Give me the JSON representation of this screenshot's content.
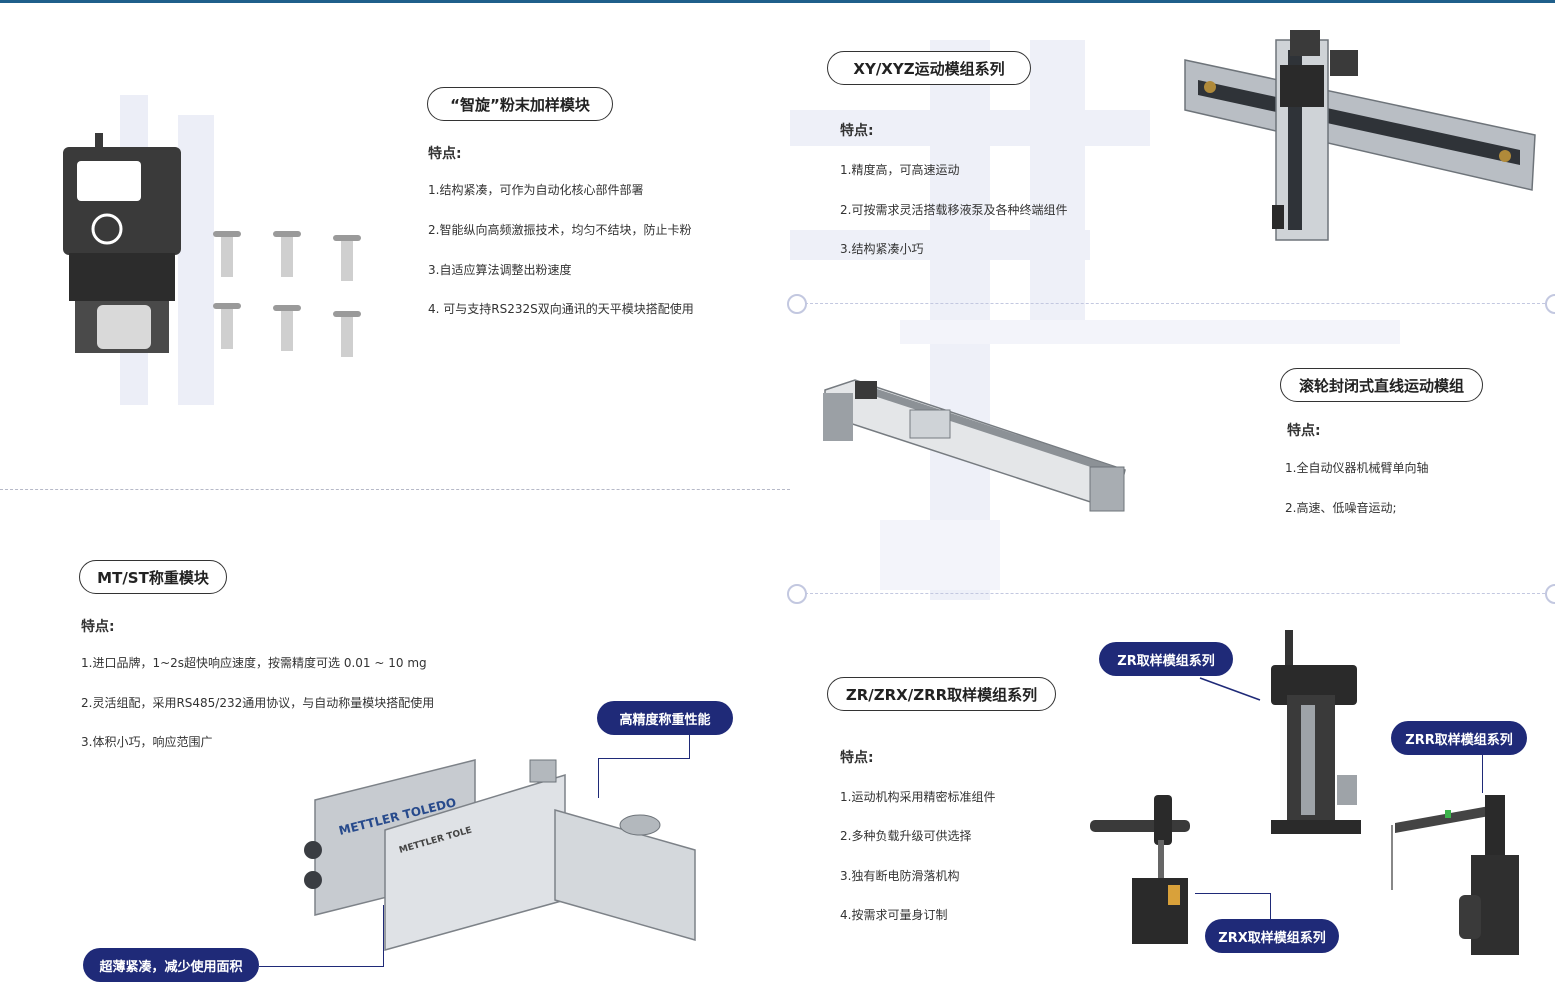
{
  "sections": {
    "powder": {
      "title": "“智旋”粉末加样模块",
      "features_label": "特点:",
      "features": [
        "1.结构紧凑，可作为自动化核心部件部署",
        "2.智能纵向高频激振技术，均匀不结块，防止卡粉",
        "3.自适应算法调整出粉速度",
        "4. 可与支持RS232S双向通讯的天平模块搭配使用"
      ]
    },
    "xyz": {
      "title": "XY/XYZ运动模组系列",
      "features_label": "特点:",
      "features": [
        "1.精度高，可高速运动",
        "2.可按需求灵活搭载移液泵及各种终端组件",
        "3.结构紧凑小巧"
      ]
    },
    "roller": {
      "title": "滚轮封闭式直线运动模组",
      "features_label": "特点:",
      "features": [
        "1.全自动仪器机械臂单向轴",
        "2.高速、低噪音运动;"
      ]
    },
    "weighing": {
      "title": "MT/ST称重模块",
      "features_label": "特点:",
      "features": [
        "1.进口品牌，1~2s超快响应速度，按需精度可选 0.01 ~ 10 mg",
        "2.灵活组配，采用RS485/232通用协议，与自动称量模块搭配使用",
        "3.体积小巧，响应范围广"
      ],
      "tag_precision": "高精度称重性能",
      "tag_compact": "超薄紧凑，减少使用面积",
      "brand_text": "METTLER TOLEDO",
      "brand_text_2": "METTLER TOLE"
    },
    "zr": {
      "title": "ZR/ZRX/ZRR取样模组系列",
      "features_label": "特点:",
      "features": [
        "1.运动机构采用精密标准组件",
        "2.多种负载升级可供选择",
        "3.独有断电防滑落机构",
        "4.按需求可量身订制"
      ],
      "tag_zr": "ZR取样模组系列",
      "tag_zrr": "ZRR取样模组系列",
      "tag_zrx": "ZRX取样模组系列"
    }
  },
  "colors": {
    "accent": "#1f2a78",
    "divider": "#c3c8e0",
    "top_line": "#1f5f8b"
  }
}
